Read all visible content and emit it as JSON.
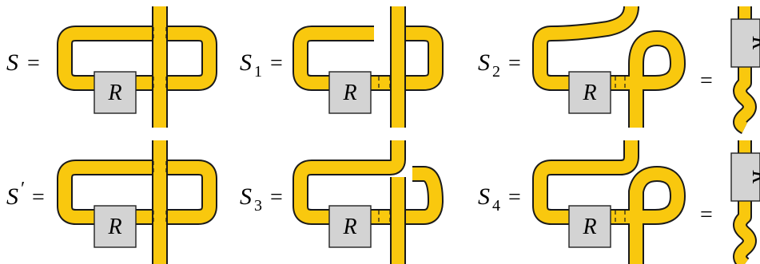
{
  "colors": {
    "tube": "#f9c80e",
    "tube_edge": "#1a1a1a",
    "box": "#d3d3d3"
  },
  "diagrams": [
    {
      "id": "S",
      "base": "S",
      "sub": "",
      "prime": false,
      "box": "R"
    },
    {
      "id": "S1",
      "base": "S",
      "sub": "1",
      "prime": false,
      "box": "R"
    },
    {
      "id": "S2",
      "base": "S",
      "sub": "2",
      "prime": false,
      "box": "R"
    },
    {
      "id": "Sp",
      "base": "S",
      "sub": "",
      "prime": true,
      "box": "R"
    },
    {
      "id": "S3",
      "base": "S",
      "sub": "3",
      "prime": false,
      "box": "R"
    },
    {
      "id": "S4",
      "base": "S",
      "sub": "4",
      "prime": false,
      "box": "R"
    }
  ],
  "equals_sign": "=",
  "rotated_box_label": "R",
  "prime_mark": "′"
}
